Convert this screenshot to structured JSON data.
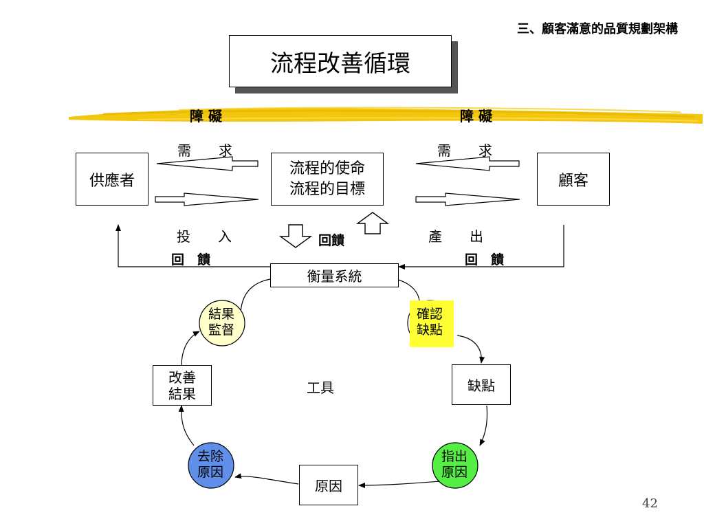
{
  "header": {
    "section_title": "三、顧客滿意的品質規劃架構"
  },
  "title": {
    "text": "流程改善循環"
  },
  "barrier": {
    "left": "障 礙",
    "right": "障 礙"
  },
  "boxes": {
    "supplier": "供應者",
    "process_line1": "流程的使命",
    "process_line2": "流程的目標",
    "customer": "顧客",
    "measurement": "衡量系統",
    "defect": "缺點",
    "cause": "原因",
    "improve_line1": "改善",
    "improve_line2": "結果"
  },
  "labels": {
    "demand_left": "需　　求",
    "demand_right": "需　　求",
    "input": "投　　入",
    "output": "產　　出",
    "feedback_center": "回饋",
    "feedback_left": "回　饋",
    "feedback_right": "回　饋",
    "tools": "工具"
  },
  "circles": {
    "monitor": {
      "line1": "結果",
      "line2": "監督",
      "color": "#ffffcc"
    },
    "confirm": {
      "line1": "確認",
      "line2": "缺點",
      "color": "#ffff33"
    },
    "point_cause": {
      "line1": "指出",
      "line2": "原因",
      "color": "#55ee44"
    },
    "remove_cause": {
      "line1": "去除",
      "line2": "原因",
      "color": "#5f8fe8"
    }
  },
  "page_number": "42",
  "colors": {
    "brush": "#f2c400"
  }
}
